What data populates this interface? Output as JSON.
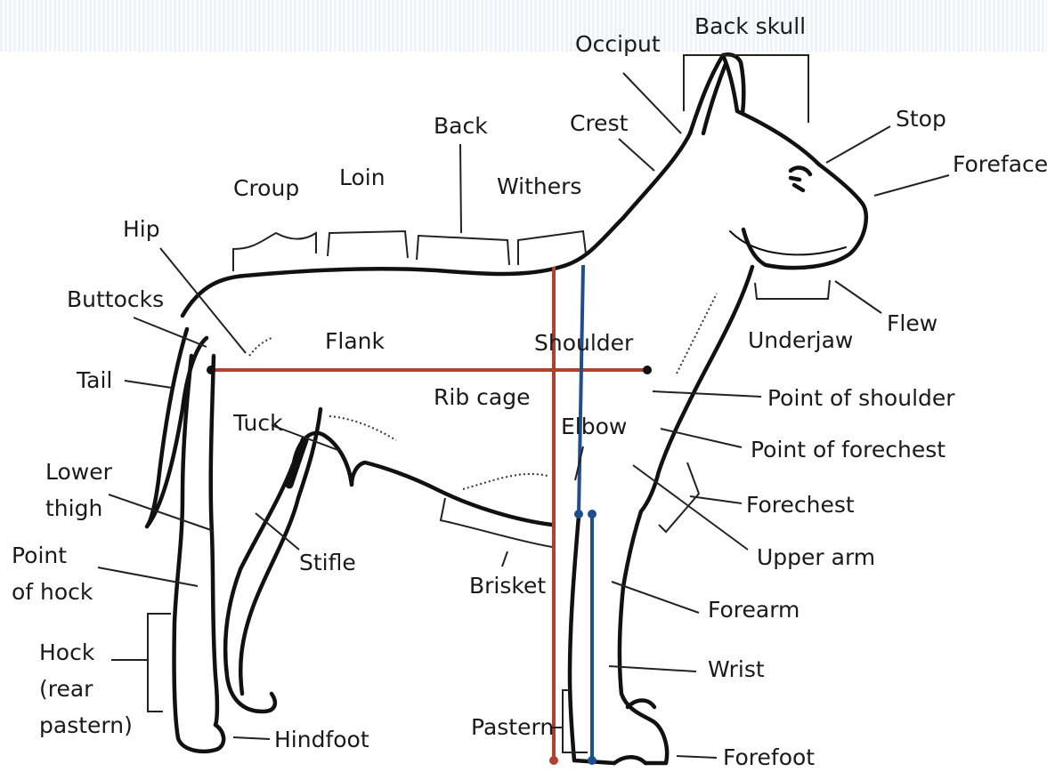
{
  "labels": {
    "back_skull": "Back skull",
    "occiput": "Occiput",
    "crest": "Crest",
    "stop": "Stop",
    "foreface": "Foreface",
    "back": "Back",
    "loin": "Loin",
    "croup": "Croup",
    "withers": "Withers",
    "hip": "Hip",
    "buttocks": "Buttocks",
    "flank": "Flank",
    "shoulder": "Shoulder",
    "underjaw": "Underjaw",
    "flew": "Flew",
    "tail": "Tail",
    "rib_cage": "Rib cage",
    "point_of_shoulder": "Point of shoulder",
    "tuck": "Tuck",
    "elbow": "Elbow",
    "point_of_forechest": "Point of forechest",
    "lower_thigh_1": "Lower",
    "lower_thigh_2": "thigh",
    "forechest": "Forechest",
    "point_of_hock_1": "Point",
    "point_of_hock_2": "of hock",
    "stifle": "Stifle",
    "upper_arm": "Upper arm",
    "brisket": "Brisket",
    "forearm": "Forearm",
    "hock_1": "Hock",
    "hock_2": "(rear",
    "hock_3": "pastern)",
    "wrist": "Wrist",
    "pastern": "Pastern",
    "hindfoot": "Hindfoot",
    "forefoot": "Forefoot"
  },
  "colors": {
    "length_line": "#b0412e",
    "height_line_front": "#b0412e",
    "height_line_shoulder": "#1f4e8c",
    "outline": "#111111"
  }
}
